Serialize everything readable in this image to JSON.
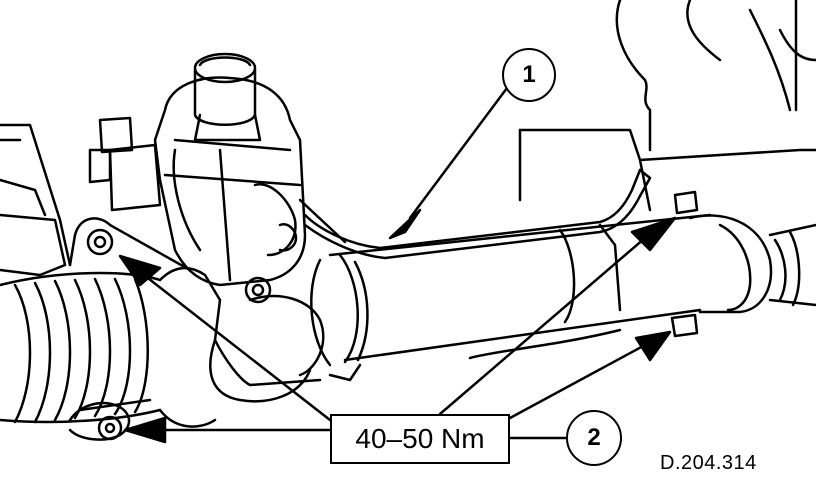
{
  "callouts": {
    "one": "1",
    "two": "2"
  },
  "torque_label": "40–50 Nm",
  "figure_ref": "D.204.314",
  "colors": {
    "line": "#000000",
    "background": "#ffffff"
  }
}
